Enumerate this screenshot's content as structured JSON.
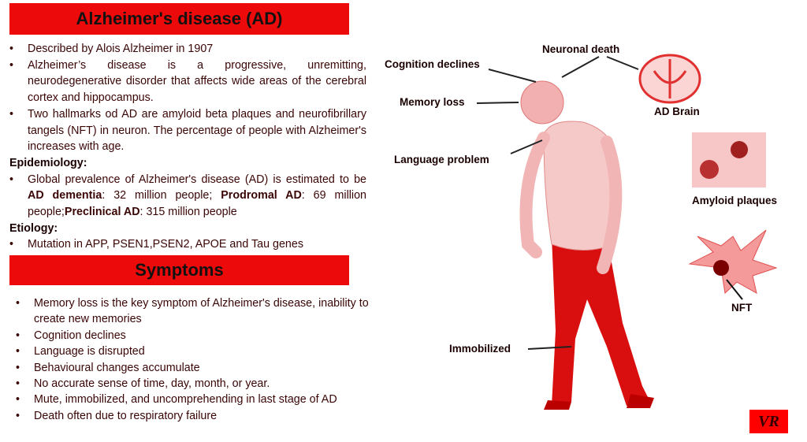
{
  "title": "Alzheimer's disease (AD)",
  "intro": [
    "Described by Alois Alzheimer in 1907",
    "Alzheimer’s disease is a progressive, unremitting, neurodegenerative disorder that affects wide areas of the cerebral cortex and hippocampus.",
    "Two hallmarks od AD are amyloid beta plaques and neurofibrillary tangels (NFT) in neuron. The percentage of people with Alzheimer's increases with age."
  ],
  "epidemiology": {
    "heading": "Epidemiology:",
    "pre": "Global prevalence of Alzheimer's disease (AD) is estimated to be ",
    "b1": "AD dementia",
    "t1": ": 32 million people; ",
    "b2": "Prodromal AD",
    "t2": ": 69 million people;",
    "b3": "Preclinical AD",
    "t3": ": 315 million people"
  },
  "etiology": {
    "heading": "Etiology:",
    "item": "Mutation in APP, PSEN1,PSEN2, APOE and Tau genes"
  },
  "symptoms_title": "Symptoms",
  "symptoms": [
    "Memory loss is the key symptom of Alzheimer's disease, inability to create new memories",
    "Cognition declines",
    "Language is disrupted",
    "Behavioural changes accumulate",
    "No accurate sense of time, day, month, or year.",
    "Mute, immobilized, and uncomprehending in last stage of AD",
    "Death often due to respiratory failure"
  ],
  "labels": {
    "cognition": "Cognition declines",
    "neuronal": "Neuronal death",
    "memory": "Memory loss",
    "brain": "AD Brain",
    "language": "Language problem",
    "plaques": "Amyloid plaques",
    "nft": "NFT",
    "immobilized": "Immobilized"
  },
  "logo": "VR",
  "colors": {
    "accent": "#ec0a0a",
    "text": "#3a0505"
  }
}
